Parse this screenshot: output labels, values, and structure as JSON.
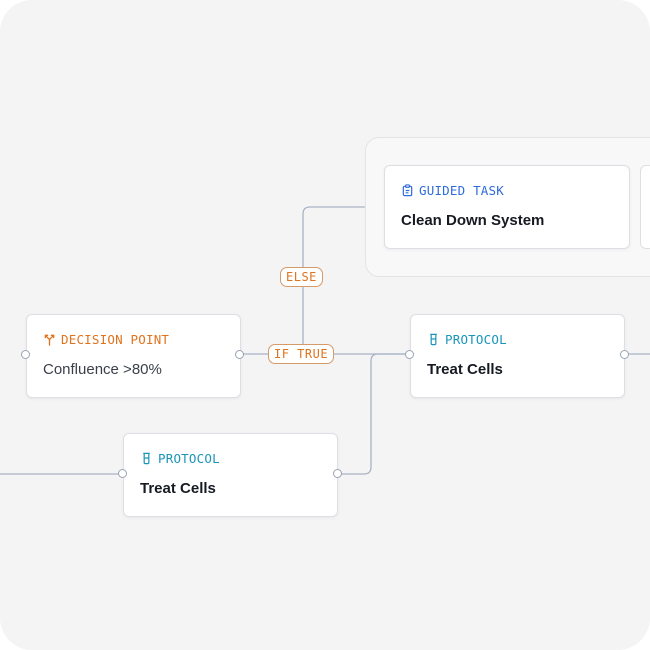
{
  "nodes": {
    "decision": {
      "kind": "DECISION POINT",
      "title": "Confluence >80%"
    },
    "guided_task": {
      "kind": "GUIDED TASK",
      "title": "Clean Down System"
    },
    "protocol_top": {
      "kind": "PROTOCOL",
      "title": "Treat Cells"
    },
    "protocol_bottom": {
      "kind": "PROTOCOL",
      "title": "Treat Cells"
    }
  },
  "branches": {
    "else_label": "ELSE",
    "if_true_label": "IF TRUE"
  },
  "colors": {
    "decision": "#e0731e",
    "guided_task": "#2f6bdb",
    "protocol": "#1a95b8",
    "edge": "#a9b4c6"
  },
  "icons": {
    "decision": "branch-icon",
    "guided_task": "clipboard-icon",
    "protocol": "beaker-icon"
  }
}
